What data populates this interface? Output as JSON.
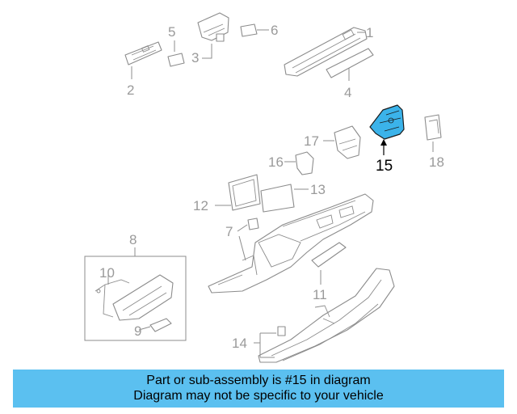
{
  "diagram": {
    "callouts": [
      "1",
      "2",
      "3",
      "4",
      "5",
      "6",
      "7",
      "8",
      "9",
      "10",
      "11",
      "12",
      "13",
      "14",
      "15",
      "16",
      "17",
      "18"
    ],
    "highlighted_part": "15",
    "highlight_color": "#3bb3ea"
  },
  "banner": {
    "line1": "Part or sub-assembly is #15 in diagram",
    "line2": "Diagram may not be specific to your vehicle",
    "background": "#5bc0f0"
  }
}
